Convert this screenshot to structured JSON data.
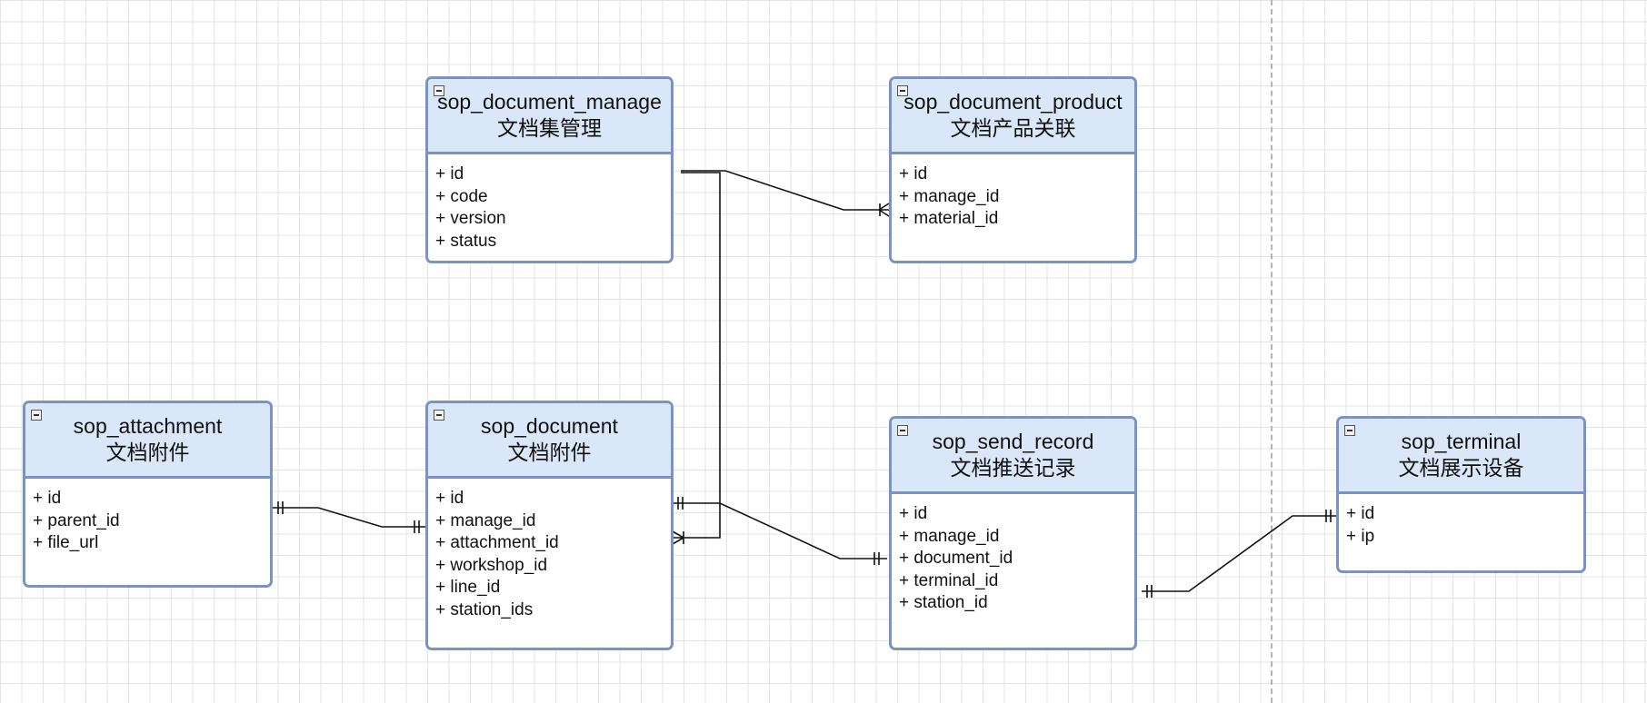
{
  "entities": {
    "manage": {
      "name": "sop_document_manage",
      "desc": "文档集管理",
      "fields": [
        "+ id",
        "+ code",
        "+ version",
        "+ status"
      ]
    },
    "product": {
      "name": "sop_document_product",
      "desc": "文档产品关联",
      "fields": [
        "+ id",
        "+ manage_id",
        "+ material_id"
      ]
    },
    "attachment": {
      "name": "sop_attachment",
      "desc": "文档附件",
      "fields": [
        "+ id",
        "+ parent_id",
        "+ file_url"
      ]
    },
    "document": {
      "name": "sop_document",
      "desc": "文档附件",
      "fields": [
        "+ id",
        "+ manage_id",
        "+ attachment_id",
        "+ workshop_id",
        "+ line_id",
        "+ station_ids"
      ]
    },
    "send_record": {
      "name": "sop_send_record",
      "desc": "文档推送记录",
      "fields": [
        "+ id",
        "+ manage_id",
        "+ document_id",
        "+ terminal_id",
        "+ station_id"
      ]
    },
    "terminal": {
      "name": "sop_terminal",
      "desc": "文档展示设备",
      "fields": [
        "+ id",
        "+ ip"
      ]
    }
  },
  "relationships": [
    {
      "from": "sop_document_manage",
      "to": "sop_document_product",
      "from_cardinality": "one",
      "to_cardinality": "one-or-many"
    },
    {
      "from": "sop_document_manage",
      "to": "sop_document",
      "from_cardinality": "one",
      "to_cardinality": "one-or-many"
    },
    {
      "from": "sop_attachment",
      "to": "sop_document",
      "from_cardinality": "one-and-only-one",
      "to_cardinality": "one-and-only-one"
    },
    {
      "from": "sop_document",
      "to": "sop_send_record",
      "from_cardinality": "one-and-only-one",
      "to_cardinality": "one-and-only-one"
    },
    {
      "from": "sop_send_record",
      "to": "sop_terminal",
      "from_cardinality": "one-and-only-one",
      "to_cardinality": "one-and-only-one"
    }
  ],
  "colors": {
    "entity_border": "#7a93c2",
    "header_fill": "#dae7f8",
    "edge": "#111111",
    "grid": "#e3e3e3"
  }
}
